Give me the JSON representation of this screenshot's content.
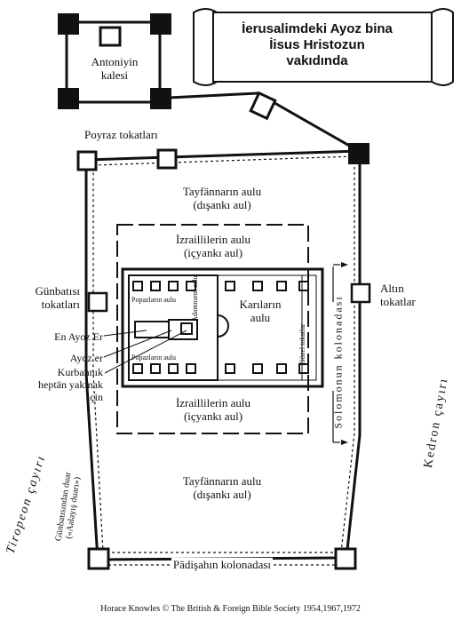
{
  "title": {
    "line1": "İerusalimdeki Ayoz bina",
    "line2": "İisus Hristozun",
    "line3": "vakıdında"
  },
  "labels": {
    "antonia": "Antoniyin\nkalesi",
    "poyraz": "Poyraz tokatları",
    "tayfanner_top": "Tayfännarın aulu\n(dışankı aul)",
    "israil_top": "İzraillilerin aulu\n(içyankı aul)",
    "gunbatisi": "Günbatısı\ntokatları",
    "popaz_top": "Popazların aulu",
    "karilar": "Karıların\naulu",
    "adamnar": "Adamnarın aulu",
    "gozel": "Gözel tokatlar",
    "en_ayoz": "En Ayoz Er",
    "ayoz_er": "Ayoz er",
    "kurbannik": "Kurbannık\nheptän yakmak\niçin",
    "popaz_bottom": "Popazların aulu",
    "altin": "Altın\ntokatlar",
    "solomon": "Solomonun kolonadası",
    "israil_bottom": "İzraillilerin aulu\n(içyankı aul)",
    "tayfanner_bottom": "Tayfännarın aulu\n(dışankı aul)",
    "tiropeon": "Tiropeon çayırı",
    "kedron": "Kedron çayırı",
    "gunbatisindan": "Günbatısından duar\n(«Aalayış duarı»)",
    "padisahin": "Pădişahın kolonadası"
  },
  "credit": "Horace Knowles © The British & Foreign Bible Society 1954,1967,1972",
  "colors": {
    "ink": "#111111",
    "paper": "#ffffff"
  }
}
